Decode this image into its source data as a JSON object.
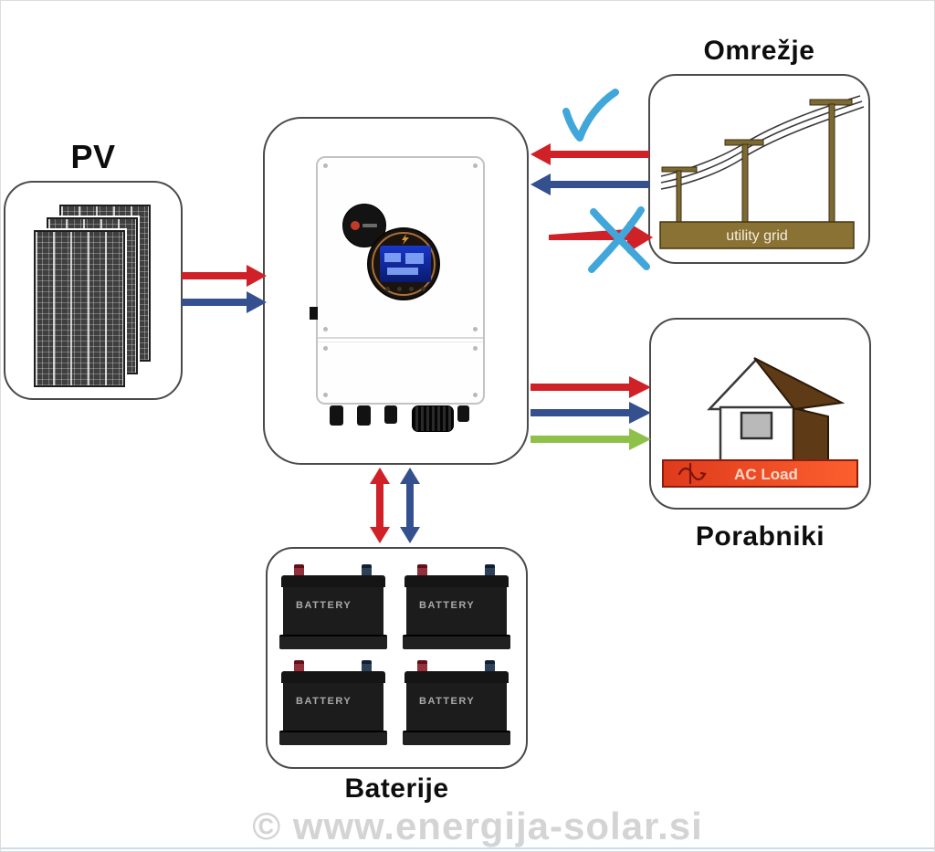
{
  "labels": {
    "pv": "PV",
    "grid": "Omrežje",
    "loads": "Porabniki",
    "battery": "Baterije"
  },
  "grid": {
    "caption": "utility grid"
  },
  "loads": {
    "caption": "AC Load"
  },
  "battery": {
    "cells": [
      {
        "label": "BATTERY"
      },
      {
        "label": "BATTERY"
      },
      {
        "label": "BATTERY"
      },
      {
        "label": "BATTERY"
      }
    ]
  },
  "watermark": "© www.energija-solar.si",
  "colors": {
    "arrow_red": "#cf2127",
    "arrow_blue": "#35508f",
    "arrow_green": "#8ec04a",
    "annotation_blue": "#41a7da",
    "grid_brown": "#8a7134",
    "pole_brown": "#7d6a33",
    "roof_brown": "#5e3a17",
    "ac_bar_start": "#de3b1d",
    "ac_bar_end": "#fc5f2e"
  },
  "connections": [
    {
      "from": "pv",
      "to": "inverter",
      "lines": [
        "red",
        "blue"
      ],
      "direction": "one-way"
    },
    {
      "from": "grid",
      "to": "inverter",
      "lines": [
        "red",
        "blue"
      ],
      "direction": "one-way",
      "annotation": "check"
    },
    {
      "from": "inverter",
      "to": "grid",
      "lines": [
        "red"
      ],
      "direction": "one-way",
      "annotation": "cross"
    },
    {
      "from": "inverter",
      "to": "loads",
      "lines": [
        "red",
        "blue",
        "green"
      ],
      "direction": "one-way"
    },
    {
      "from": "inverter",
      "to": "battery",
      "lines": [
        "red",
        "blue"
      ],
      "direction": "two-way"
    }
  ]
}
